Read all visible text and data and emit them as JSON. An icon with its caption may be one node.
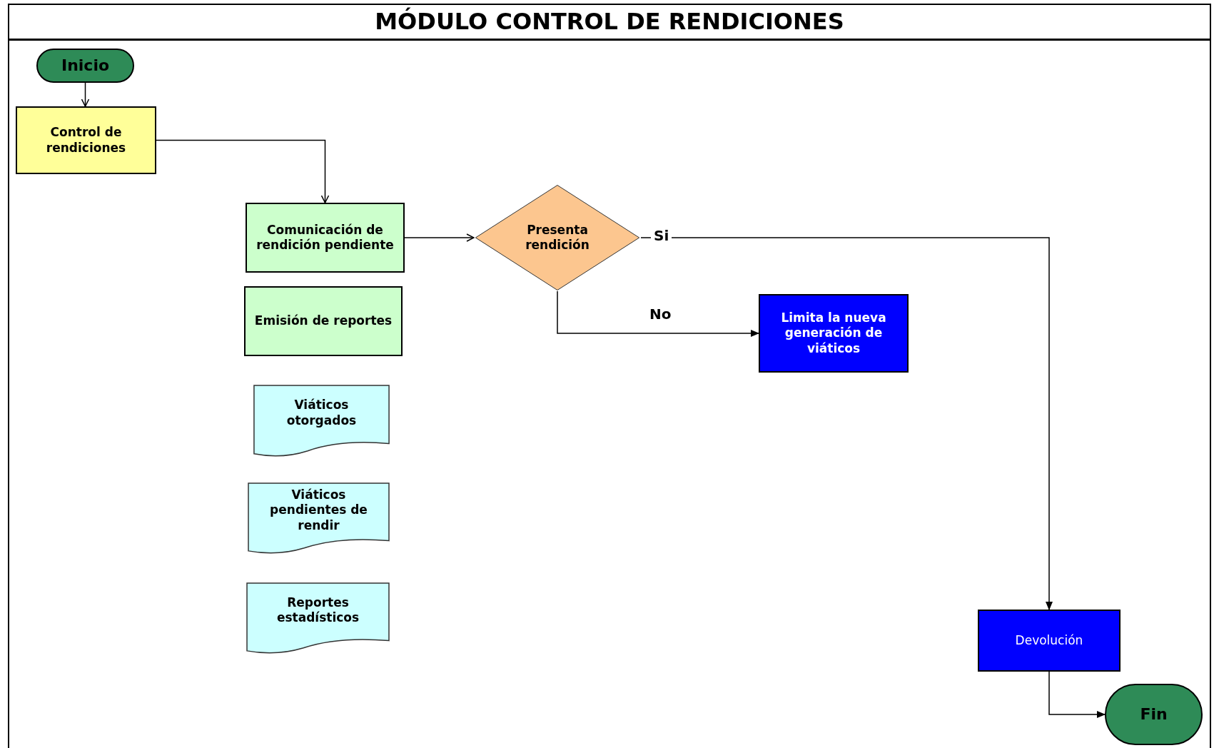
{
  "diagram": {
    "title": "MÓDULO CONTROL DE RENDICIONES",
    "nodes": [
      {
        "text": [
          "Inicio"
        ]
      },
      {
        "text": [
          "Control de rendiciones"
        ]
      },
      {
        "text": [
          "Comunicación de rendición pendiente"
        ]
      },
      {
        "text": [
          "Presenta rendición"
        ]
      },
      {
        "text": [
          "Emisión de reportes"
        ]
      },
      {
        "text": [
          "Limita la nueva generación de viáticos"
        ]
      },
      {
        "text": [
          "Viáticos otorgados"
        ]
      },
      {
        "text": [
          "Viáticos pendientes de rendir"
        ]
      },
      {
        "text": [
          "Reportes estadísticos"
        ]
      },
      {
        "text": [
          "Devolución"
        ]
      },
      {
        "text": [
          "Fin"
        ]
      }
    ],
    "edges": [
      {
        "from": 0,
        "to": 1,
        "arrow": "to"
      },
      {
        "from": 1,
        "to": 2,
        "arrow": "to"
      },
      {
        "from": 2,
        "to": 3,
        "arrow": "to"
      },
      {
        "from": 3,
        "to": 9,
        "arrow": "to",
        "label": "Si"
      },
      {
        "from": 3,
        "to": 5,
        "arrow": "to",
        "label": "No"
      },
      {
        "from": 9,
        "to": 10,
        "arrow": "to"
      }
    ]
  }
}
